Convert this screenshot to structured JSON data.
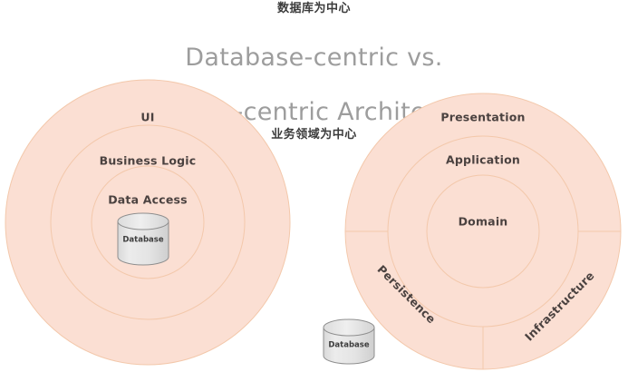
{
  "header": {
    "annotation_top": "数据库为中心",
    "title_line1": "Database-centric vs.",
    "title_line2": "Domain-centric Architecture",
    "annotation_bottom": "业务领域为中心"
  },
  "colors": {
    "ring_fill": "#fbdfd3",
    "ring_stroke": "#f3c8ab",
    "label_text": "#4b4240",
    "title_text": "#9d9d9d",
    "annotation_text": "#3b3b3b",
    "cylinder_fill": "#e9e9e9",
    "cylinder_stroke": "#8f8f8f",
    "background": "#ffffff"
  },
  "left_diagram": {
    "name": "database-centric-architecture",
    "layers": [
      {
        "label": "UI"
      },
      {
        "label": "Business Logic"
      },
      {
        "label": "Data Access"
      }
    ],
    "database": {
      "label": "Database"
    }
  },
  "right_diagram": {
    "name": "domain-centric-architecture",
    "layers": [
      {
        "label": "Presentation"
      },
      {
        "label": "Application"
      },
      {
        "label": "Domain"
      }
    ],
    "sectors": [
      {
        "label": "Persistence"
      },
      {
        "label": "Infrastructure"
      }
    ]
  },
  "external_database": {
    "label": "Database"
  }
}
